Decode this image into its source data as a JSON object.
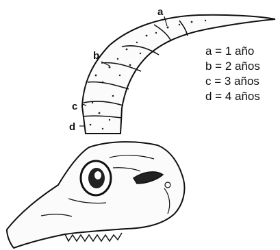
{
  "markers": [
    "a",
    "b",
    "c",
    "d"
  ],
  "legend": [
    {
      "marker": "a",
      "text": "a = 1 año"
    },
    {
      "marker": "b",
      "text": "b = 2 años"
    },
    {
      "marker": "c",
      "text": "c = 3 años"
    },
    {
      "marker": "d",
      "text": "d = 4 años"
    }
  ]
}
